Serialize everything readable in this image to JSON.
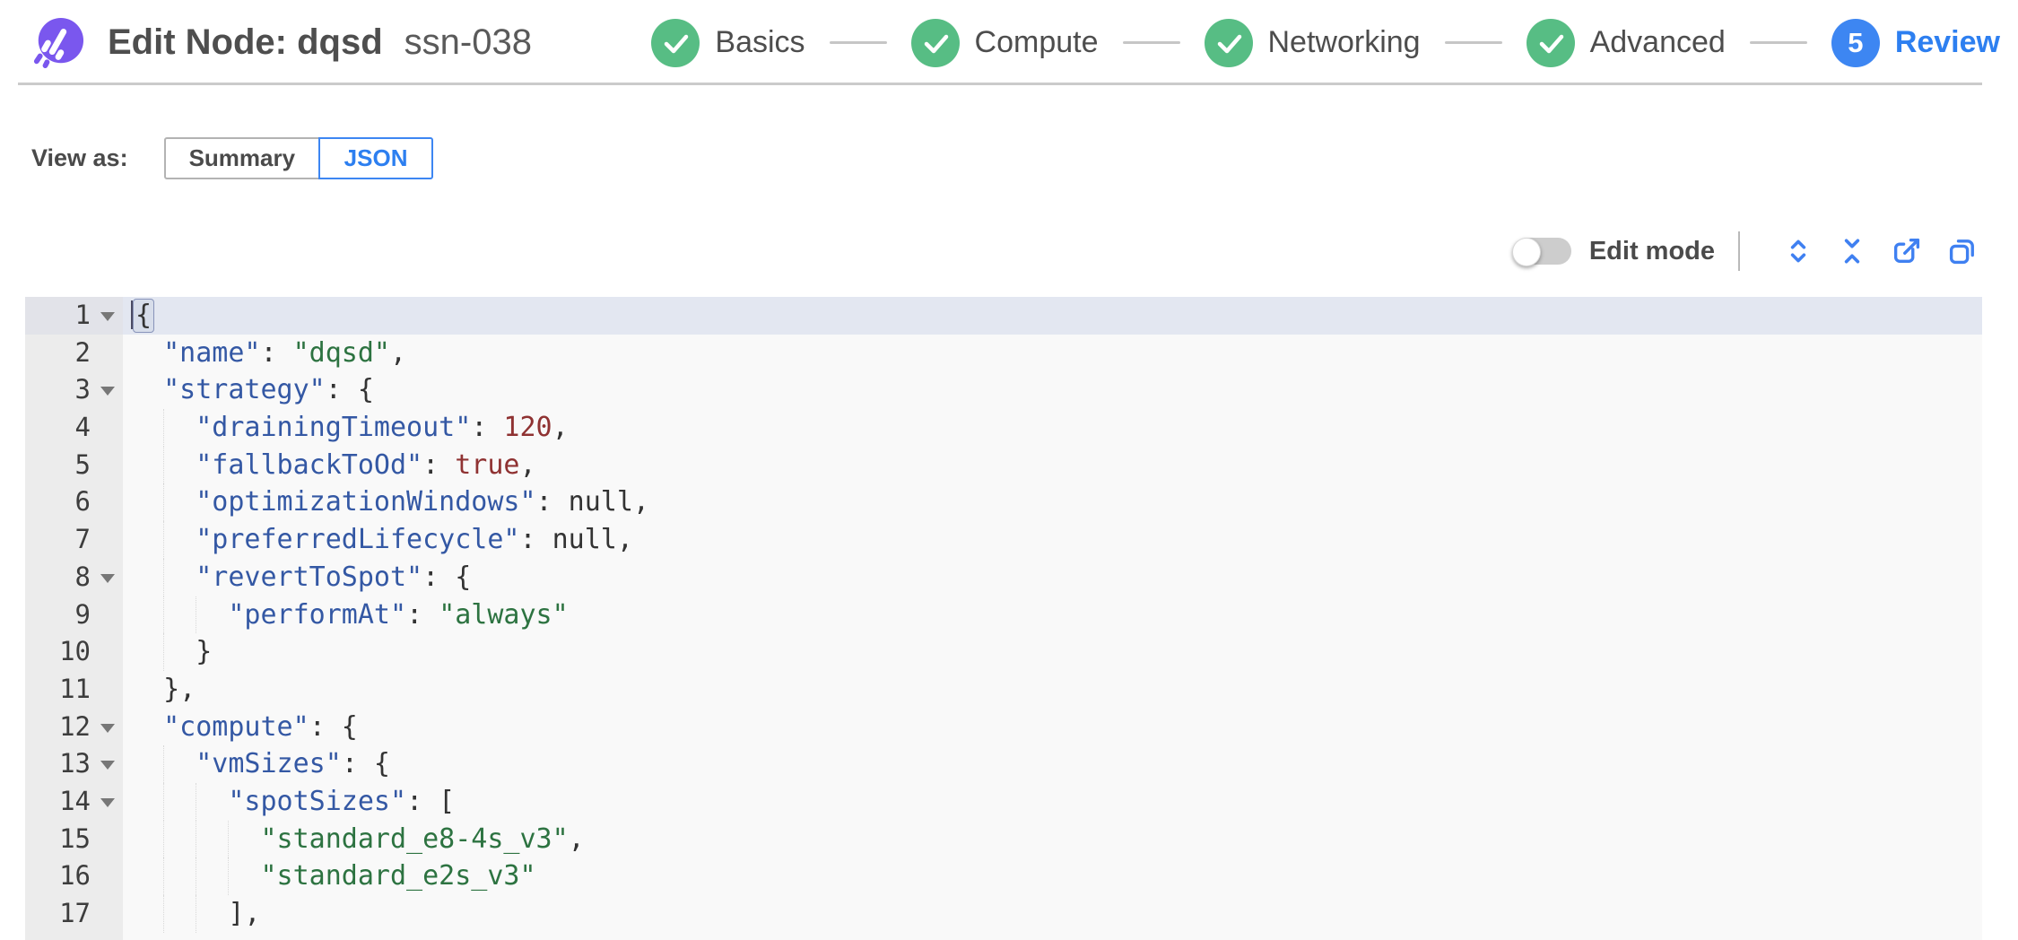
{
  "header": {
    "title": "Edit Node: dqsd",
    "subtitle": "ssn-038",
    "steps": [
      {
        "label": "Basics",
        "status": "done"
      },
      {
        "label": "Compute",
        "status": "done"
      },
      {
        "label": "Networking",
        "status": "done"
      },
      {
        "label": "Advanced",
        "status": "done"
      },
      {
        "label": "Review",
        "status": "current",
        "number": "5"
      }
    ]
  },
  "view_as": {
    "label": "View as:",
    "options": [
      {
        "label": "Summary",
        "active": false
      },
      {
        "label": "JSON",
        "active": true
      }
    ]
  },
  "toolbar": {
    "edit_mode_label": "Edit mode",
    "edit_mode_on": false,
    "icons": [
      "expand-all-icon",
      "collapse-all-icon",
      "export-icon",
      "copy-icon"
    ]
  },
  "colors": {
    "accent_blue": "#2d7ff0",
    "step_done_green": "#57bd84",
    "logo_purple": "#7a57ee",
    "syntax_key": "#3458a4",
    "syntax_string": "#2d7341",
    "syntax_number": "#8f3232",
    "editor_bg": "#f9f9f9",
    "gutter_bg": "#ececec",
    "active_line_bg": "#e3e7f1"
  },
  "editor": {
    "lines": [
      {
        "n": 1,
        "fold": true,
        "active": true,
        "tokens": [
          [
            "cursor",
            ""
          ],
          [
            "bracket",
            "{"
          ]
        ]
      },
      {
        "n": 2,
        "tokens": [
          [
            "plain",
            "  "
          ],
          [
            "key",
            "\"name\""
          ],
          [
            "plain",
            ": "
          ],
          [
            "string",
            "\"dqsd\""
          ],
          [
            "plain",
            ","
          ]
        ]
      },
      {
        "n": 3,
        "fold": true,
        "tokens": [
          [
            "plain",
            "  "
          ],
          [
            "key",
            "\"strategy\""
          ],
          [
            "plain",
            ": {"
          ]
        ]
      },
      {
        "n": 4,
        "tokens": [
          [
            "plain",
            "    "
          ],
          [
            "key",
            "\"drainingTimeout\""
          ],
          [
            "plain",
            ": "
          ],
          [
            "number",
            "120"
          ],
          [
            "plain",
            ","
          ]
        ]
      },
      {
        "n": 5,
        "tokens": [
          [
            "plain",
            "    "
          ],
          [
            "key",
            "\"fallbackToOd\""
          ],
          [
            "plain",
            ": "
          ],
          [
            "boolean",
            "true"
          ],
          [
            "plain",
            ","
          ]
        ]
      },
      {
        "n": 6,
        "tokens": [
          [
            "plain",
            "    "
          ],
          [
            "key",
            "\"optimizationWindows\""
          ],
          [
            "plain",
            ": "
          ],
          [
            "null",
            "null"
          ],
          [
            "plain",
            ","
          ]
        ]
      },
      {
        "n": 7,
        "tokens": [
          [
            "plain",
            "    "
          ],
          [
            "key",
            "\"preferredLifecycle\""
          ],
          [
            "plain",
            ": "
          ],
          [
            "null",
            "null"
          ],
          [
            "plain",
            ","
          ]
        ]
      },
      {
        "n": 8,
        "fold": true,
        "tokens": [
          [
            "plain",
            "    "
          ],
          [
            "key",
            "\"revertToSpot\""
          ],
          [
            "plain",
            ": {"
          ]
        ]
      },
      {
        "n": 9,
        "tokens": [
          [
            "plain",
            "      "
          ],
          [
            "key",
            "\"performAt\""
          ],
          [
            "plain",
            ": "
          ],
          [
            "string",
            "\"always\""
          ]
        ]
      },
      {
        "n": 10,
        "tokens": [
          [
            "plain",
            "    }"
          ]
        ]
      },
      {
        "n": 11,
        "tokens": [
          [
            "plain",
            "  },"
          ]
        ]
      },
      {
        "n": 12,
        "fold": true,
        "tokens": [
          [
            "plain",
            "  "
          ],
          [
            "key",
            "\"compute\""
          ],
          [
            "plain",
            ": {"
          ]
        ]
      },
      {
        "n": 13,
        "fold": true,
        "tokens": [
          [
            "plain",
            "    "
          ],
          [
            "key",
            "\"vmSizes\""
          ],
          [
            "plain",
            ": {"
          ]
        ]
      },
      {
        "n": 14,
        "fold": true,
        "tokens": [
          [
            "plain",
            "      "
          ],
          [
            "key",
            "\"spotSizes\""
          ],
          [
            "plain",
            ": ["
          ]
        ]
      },
      {
        "n": 15,
        "tokens": [
          [
            "plain",
            "        "
          ],
          [
            "string",
            "\"standard_e8-4s_v3\""
          ],
          [
            "plain",
            ","
          ]
        ]
      },
      {
        "n": 16,
        "tokens": [
          [
            "plain",
            "        "
          ],
          [
            "string",
            "\"standard_e2s_v3\""
          ]
        ]
      },
      {
        "n": 17,
        "tokens": [
          [
            "plain",
            "      ],"
          ]
        ]
      }
    ]
  }
}
